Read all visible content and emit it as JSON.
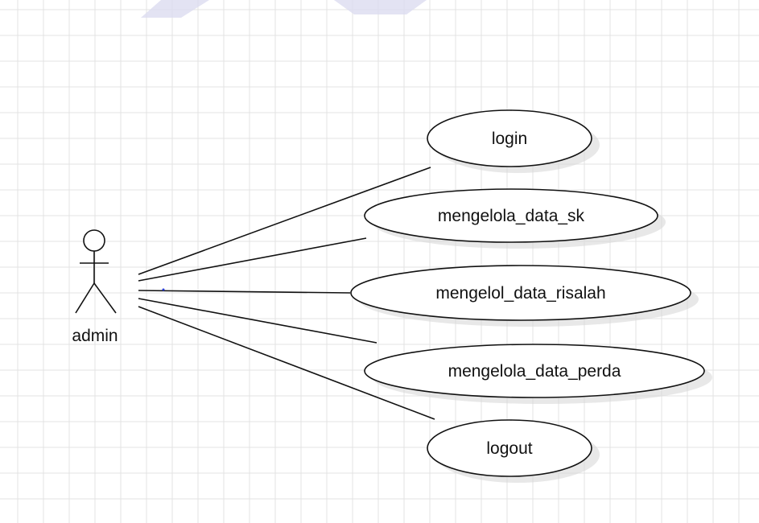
{
  "actor": {
    "name": "admin"
  },
  "use_cases": [
    {
      "id": "login",
      "label": "login"
    },
    {
      "id": "mengelola-data-sk",
      "label": "mengelola_data_sk"
    },
    {
      "id": "mengelol-data-risalah",
      "label": "mengelol_data_risalah"
    },
    {
      "id": "mengelola-data-perda",
      "label": "mengelola_data_perda"
    },
    {
      "id": "logout",
      "label": "logout"
    }
  ],
  "colors": {
    "background": "#ffffff",
    "grid_line": "#e3e3e3",
    "stroke": "#111111",
    "ellipse_fill": "#ffffff",
    "ellipse_shadow": "#d9d9d9",
    "watermark": "#dcdcf0"
  }
}
